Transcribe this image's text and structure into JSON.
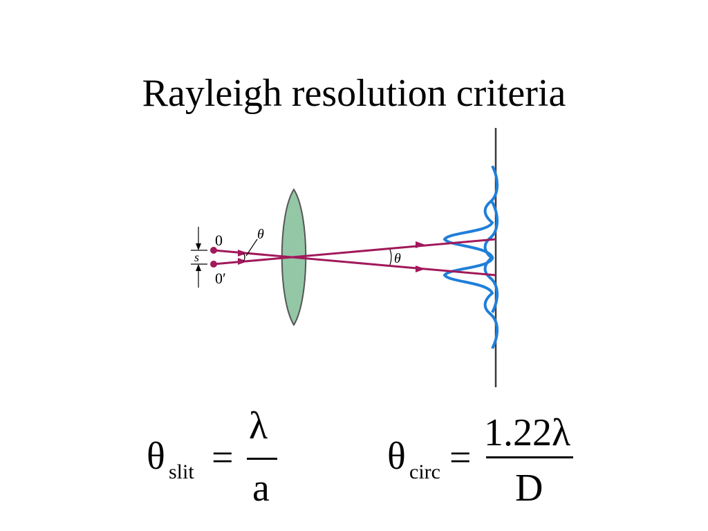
{
  "title": "Rayleigh resolution criteria",
  "diagram": {
    "source_label_top": "0",
    "source_label_bottom": "0′",
    "separation_label": "s",
    "angle_label_left": "θ",
    "angle_label_right": "θ",
    "colors": {
      "ray": "#a1195a",
      "lens_fill": "#93c7a6",
      "lens_stroke": "#555555",
      "intensity_curve": "#1f7fd9",
      "screen": "#3a3a3a"
    }
  },
  "formulas": {
    "slit": {
      "symbol": "θ",
      "subscript": "slit",
      "equals": "=",
      "numerator": "λ",
      "denominator": "a"
    },
    "circ": {
      "symbol": "θ",
      "subscript": "circ",
      "equals": "=",
      "numerator": "1.22λ",
      "denominator": "D"
    }
  }
}
